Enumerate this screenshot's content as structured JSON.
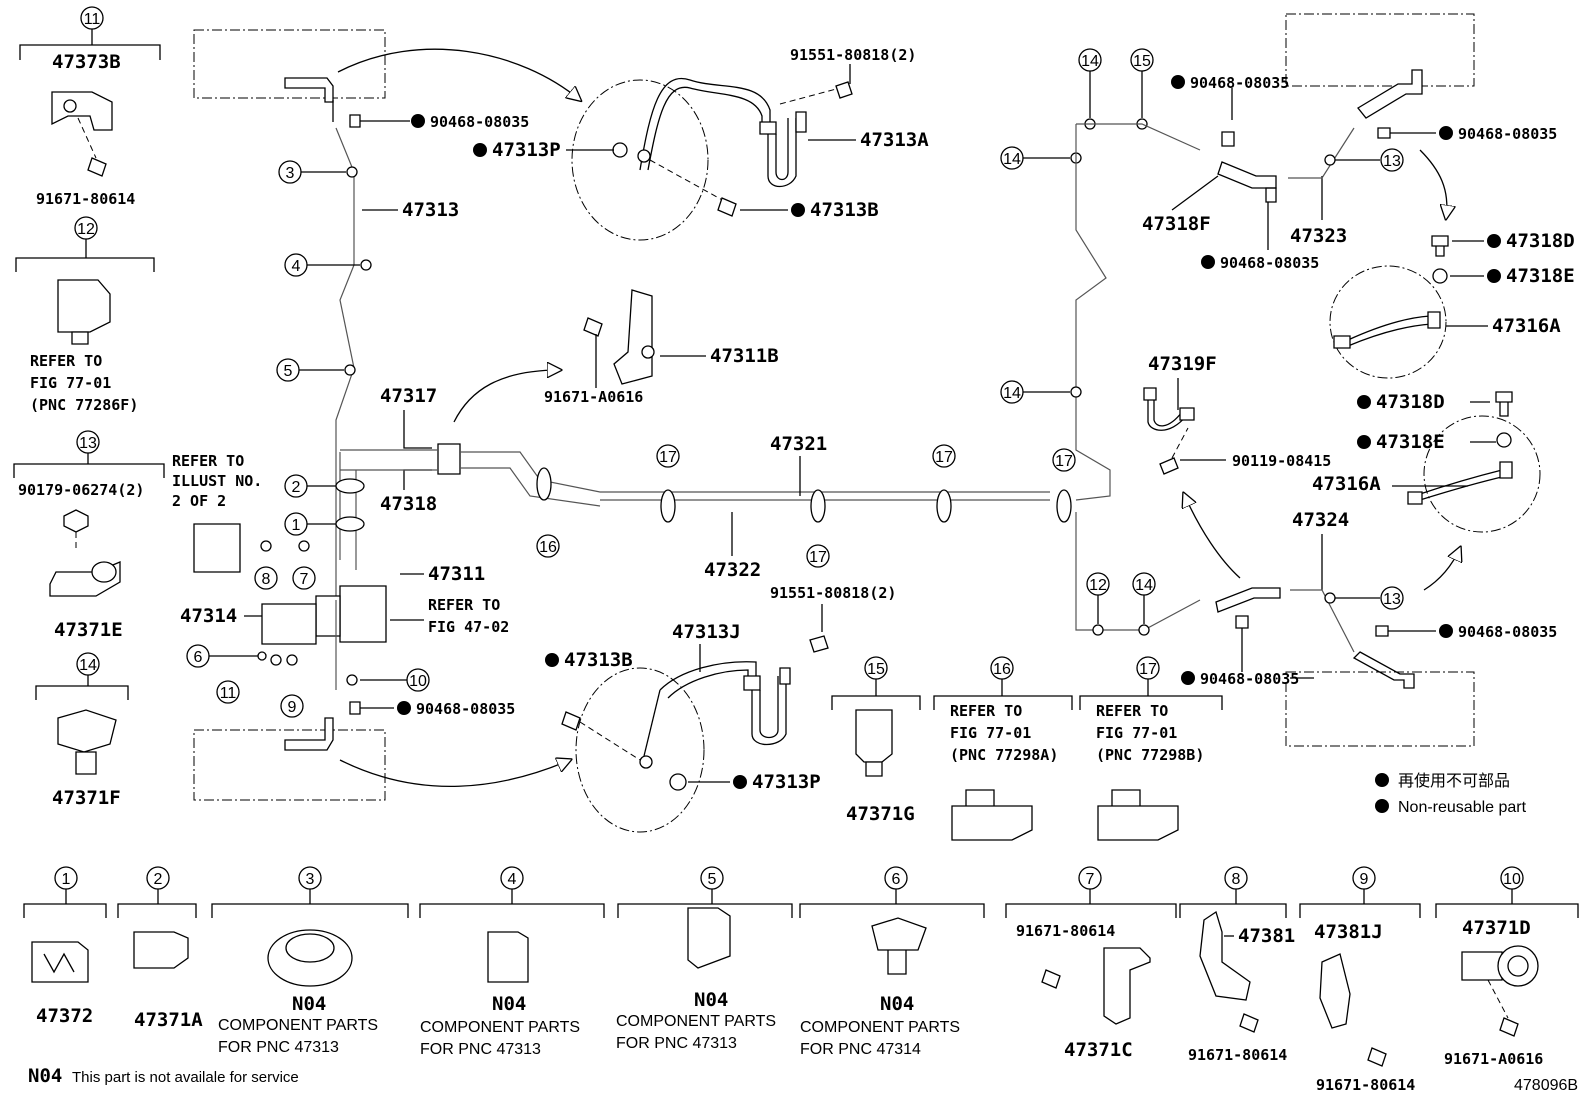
{
  "diagram_id": "478096B",
  "legend": {
    "jp": "再使用不可部品",
    "en": "Non-reusable part"
  },
  "note": {
    "code": "N04",
    "text": "This part is not availale for service"
  },
  "labels": {
    "p47373B": "47373B",
    "p91671_80614_a": "91671-80614",
    "refer_fig_77_01_a1": "REFER TO",
    "refer_fig_77_01_a2": "FIG 77-01",
    "refer_fig_77_01_a3": "(PNC 77286F)",
    "p90179": "90179-06274(2)",
    "p47371E": "47371E",
    "p47371F": "47371F",
    "p90468_top_left": "90468-08035",
    "p47313P_top": "47313P",
    "p91551_top": "91551-80818(2)",
    "p47313A": "47313A",
    "p47313_main": "47313",
    "p47313B_top": "47313B",
    "p47311B": "47311B",
    "p91671_A0616_mid": "91671-A0616",
    "p47317": "47317",
    "p47318": "47318",
    "refer_illust_1": "REFER TO",
    "refer_illust_2": "ILLUST NO.",
    "refer_illust_3": "2 OF 2",
    "p47311": "47311",
    "refer_fig_47_1": "REFER TO",
    "refer_fig_47_2": "FIG 47-02",
    "p47314": "47314",
    "p47321": "47321",
    "p47322": "47322",
    "p91551_bottom": "91551-80818(2)",
    "p47313J": "47313J",
    "p47313B_bottom": "47313B",
    "p47313P_bottom": "47313P",
    "p90468_bottom_left": "90468-08035",
    "p47371G": "47371G",
    "refer_fig_77_01_b1": "REFER TO",
    "refer_fig_77_01_b2": "FIG 77-01",
    "refer_fig_77_01_b3": "(PNC 77298A)",
    "refer_fig_77_01_c1": "REFER TO",
    "refer_fig_77_01_c2": "FIG 77-01",
    "refer_fig_77_01_c3": "(PNC 77298B)",
    "p90468_r1": "90468-08035",
    "p47318F": "47318F",
    "p47323": "47323",
    "p90468_r2": "90468-08035",
    "p90468_r3": "90468-08035",
    "p47318D_a": "47318D",
    "p47318E_a": "47318E",
    "p47316A_a": "47316A",
    "p47319F": "47319F",
    "p90119": "90119-08415",
    "p47318D_b": "47318D",
    "p47318E_b": "47318E",
    "p47316A_b": "47316A",
    "p47324": "47324",
    "p90468_r4": "90468-08035",
    "p90468_r5": "90468-08035",
    "b_47372": "47372",
    "b_47371A": "47371A",
    "b_n04_3": "N04",
    "b_comp_3a": "COMPONENT PARTS",
    "b_comp_3b": "FOR PNC 47313",
    "b_n04_4": "N04",
    "b_comp_4a": "COMPONENT PARTS",
    "b_comp_4b": "FOR PNC 47313",
    "b_n04_5": "N04",
    "b_comp_5a": "COMPONENT PARTS",
    "b_comp_5b": "FOR PNC 47313",
    "b_n04_6": "N04",
    "b_comp_6a": "COMPONENT PARTS",
    "b_comp_6b": "FOR PNC 47314",
    "b_91671_7": "91671-80614",
    "b_47371C": "47371C",
    "b_47381": "47381",
    "b_91671_8": "91671-80614",
    "b_47381J": "47381J",
    "b_91671_9": "91671-80614",
    "b_47371D": "47371D",
    "b_91671_10": "91671-A0616"
  },
  "callouts": {
    "c1": "1",
    "c2": "2",
    "c3": "3",
    "c4": "4",
    "c5": "5",
    "c6": "6",
    "c7": "7",
    "c8": "8",
    "c9": "9",
    "c10": "10",
    "c11": "11",
    "c12": "12",
    "c13": "13",
    "c14": "14",
    "c15": "15",
    "c16": "16",
    "c17": "17"
  }
}
